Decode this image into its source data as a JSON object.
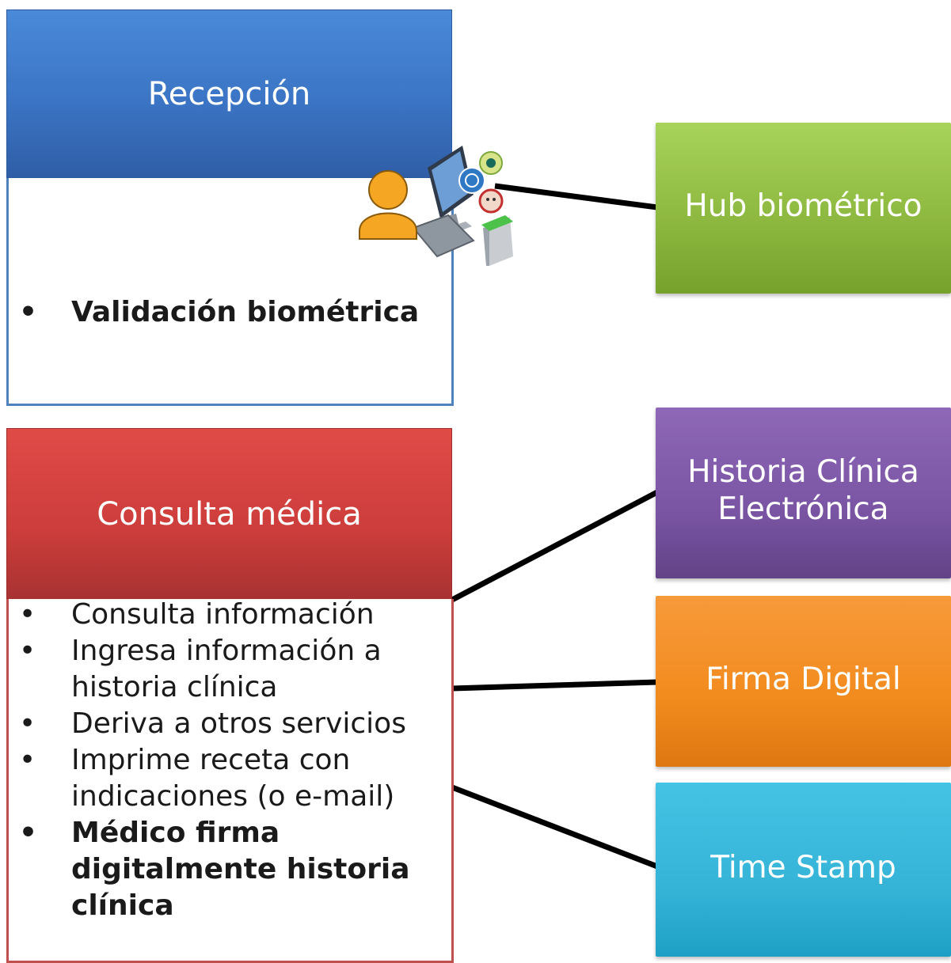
{
  "reception": {
    "title": "Recepción",
    "items": [
      "Validación biométrica"
    ]
  },
  "consultation": {
    "title": "Consulta médica",
    "items": [
      {
        "text": "Consulta información",
        "bold": false
      },
      {
        "text": "Ingresa información a historia clínica",
        "bold": false
      },
      {
        "text": "Deriva a otros servicios",
        "bold": false
      },
      {
        "text": "Imprime receta con indicaciones (o e-mail)",
        "bold": false
      },
      {
        "text": "Médico firma digitalmente historia clínica",
        "bold": true
      }
    ]
  },
  "systems": {
    "hub": "Hub biométrico",
    "hce": [
      "Historia Clínica",
      "Electrónica"
    ],
    "firma": "Firma Digital",
    "timestamp": "Time Stamp"
  },
  "icons": {
    "biometric_station": "user-at-biometric-workstation-icon"
  },
  "colors": {
    "reception": "#3b74c4",
    "consultation": "#cc3d3b",
    "hub": "#8cb73e",
    "hce": "#7a55a4",
    "firma": "#f28b1e",
    "timestamp": "#35b4d8"
  }
}
